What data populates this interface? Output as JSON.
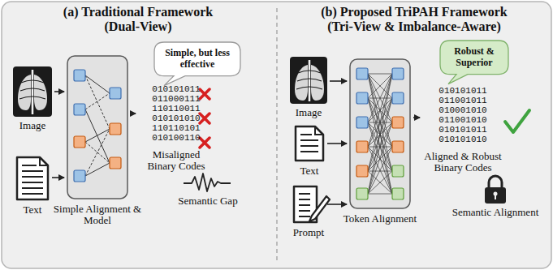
{
  "diagram": {
    "nodes": [
      {
        "text": [
          "Image"
        ]
      },
      {
        "text": [
          "Text"
        ]
      },
      {
        "text": [
          "Simple Alignment & Model"
        ]
      },
      {
        "text": [
          "Simple, but less effective"
        ]
      },
      {
        "text": [
          "010101011",
          "011000111",
          "110110011",
          "010101010",
          "110110101",
          "010100110",
          "Misaligned Binary Codes"
        ]
      },
      {
        "text": [
          "Image"
        ]
      },
      {
        "text": [
          "Text"
        ]
      },
      {
        "text": [
          "Prompt"
        ]
      },
      {
        "text": [
          "Token Alignment"
        ]
      },
      {
        "text": [
          "Robust & Superior"
        ]
      },
      {
        "text": [
          "010101011",
          "011001011",
          "010001010",
          "011001010",
          "010101011",
          "010101010",
          "Aligned & Robust Binary Codes"
        ]
      }
    ],
    "edges": [
      {
        "from": 0,
        "to": 2,
        "arrow": "to"
      },
      {
        "from": 1,
        "to": 2,
        "arrow": "to"
      },
      {
        "from": 2,
        "to": 4,
        "arrow": "to"
      },
      {
        "from": 5,
        "to": 8,
        "arrow": "to"
      },
      {
        "from": 6,
        "to": 8,
        "arrow": "to"
      },
      {
        "from": 7,
        "to": 8,
        "arrow": "to"
      },
      {
        "from": 8,
        "to": 10,
        "arrow": "to"
      }
    ],
    "labels": [
      "(a) Traditional Framework (Dual-View)",
      "(b) Proposed TriPAH Framework (Tri-View & Imbalance-Aware)",
      "Semantic Gap",
      "Semantic Alignment"
    ]
  }
}
